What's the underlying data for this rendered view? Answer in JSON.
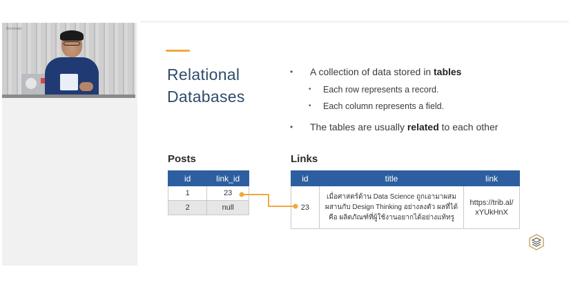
{
  "slide": {
    "title_line1": "Relational",
    "title_line2": "Databases",
    "accent_color": "#f0a93b",
    "title_color": "#2f4b6b",
    "bullets": [
      {
        "pre": "A collection of data stored in ",
        "bold": "tables",
        "post": ""
      },
      {
        "pre": "Each row represents a record.",
        "bold": "",
        "post": ""
      },
      {
        "pre": "Each column represents a field.",
        "bold": "",
        "post": ""
      },
      {
        "pre": "The tables are usually ",
        "bold": "related",
        "post": " to each other"
      }
    ],
    "bullet_symbol": "•"
  },
  "posts_table": {
    "label": "Posts",
    "header_color": "#2d5fa0",
    "columns": [
      "id",
      "link_id"
    ],
    "rows": [
      [
        "1",
        "23"
      ],
      [
        "2",
        "null"
      ]
    ]
  },
  "links_table": {
    "label": "Links",
    "columns": [
      "id",
      "title",
      "link"
    ],
    "rows": [
      [
        "23",
        "เมื่อศาสตร์ด้าน Data Science ถูกเอามาผสมผสานกับ Design Thinking อย่างลงตัว ผลที่ได้คือ ผลิตภัณฑ์ที่ผู้ใช้งานอยากได้อย่างแท้ทรู",
        "https://trib.al/ xYUkHnX"
      ]
    ]
  },
  "relation_line_color": "#f0a93b",
  "webcam": {
    "logo_text": "Borntodev"
  },
  "icons": {
    "brand_logo": "stacked-layers-logo-icon"
  }
}
